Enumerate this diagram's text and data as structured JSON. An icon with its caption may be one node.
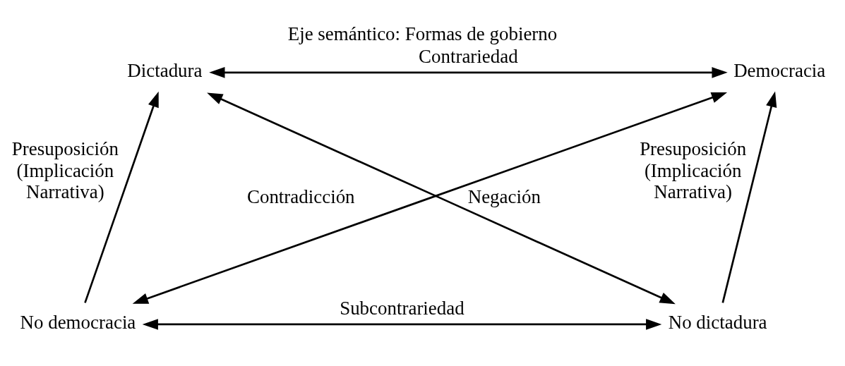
{
  "diagram": {
    "title": "Eje semántico: Formas de gobierno",
    "nodes": [
      {
        "text": [
          "Dictadura"
        ]
      },
      {
        "text": [
          "Democracia"
        ]
      },
      {
        "text": [
          "No democracia"
        ]
      },
      {
        "text": [
          "No dictadura"
        ]
      }
    ],
    "edges": [
      {
        "from": 0,
        "to": 1,
        "arrow": "both",
        "label": "Contrariedad"
      },
      {
        "from": 0,
        "to": 3,
        "arrow": "both",
        "label": "Contradicción"
      },
      {
        "from": 2,
        "to": 1,
        "arrow": "both",
        "label": "Negación"
      },
      {
        "from": 2,
        "to": 0,
        "arrow": "to",
        "label": "Presuposición (Implicación Narrativa)"
      },
      {
        "from": 3,
        "to": 1,
        "arrow": "to",
        "label": "Presuposición (Implicación Narrativa)"
      },
      {
        "from": 2,
        "to": 3,
        "arrow": "both",
        "label": "Subcontrariedad"
      }
    ]
  }
}
